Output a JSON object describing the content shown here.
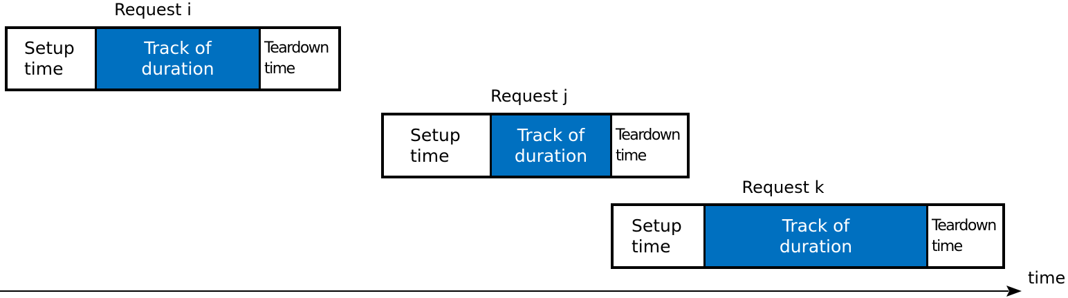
{
  "colors": {
    "track_fill": "#0070C0",
    "border": "#000000"
  },
  "requests": [
    {
      "title": "Request i",
      "setup": [
        "Setup",
        "time"
      ],
      "track": [
        "Track of",
        "duration"
      ],
      "teardown": [
        "Teardown",
        "time"
      ]
    },
    {
      "title": "Request j",
      "setup": [
        "Setup",
        "time"
      ],
      "track": [
        "Track of",
        "duration"
      ],
      "teardown": [
        "Teardown",
        "time"
      ]
    },
    {
      "title": "Request k",
      "setup": [
        "Setup",
        "time"
      ],
      "track": [
        "Track of",
        "duration"
      ],
      "teardown": [
        "Teardown",
        "time"
      ]
    }
  ],
  "axis": {
    "label": "time"
  }
}
